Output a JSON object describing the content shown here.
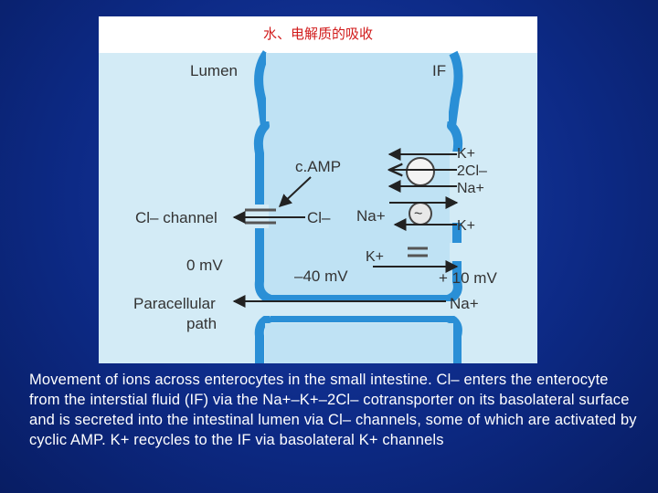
{
  "figure": {
    "title": "水、电解质的吸收",
    "labels": {
      "lumen": "Lumen",
      "if": "IF",
      "camp": "c.AMP",
      "cl_channel": "Cl– channel",
      "cl_ion": "Cl–",
      "na_mid": "Na+",
      "k_plus_1": "K+",
      "two_cl": "2Cl–",
      "na_top": "Na+",
      "k_plus_2": "K+",
      "k_plus_3": "K+",
      "zero_mv": "0 mV",
      "minus_40": "–40 mV",
      "plus_10": "+ 10 mV",
      "paracellular": "Paracellular",
      "path": "path",
      "na_para": "Na+"
    }
  },
  "caption": "Movement of ions across enterocytes in the small intestine. Cl– enters the enterocyte from the interstial fluid (IF) via the Na+–K+–2Cl– cotransporter on its basolateral surface and is secreted into the intestinal lumen via Cl– channels, some of which are activated by cyclic AMP. K+ recycles to the IF via basolateral K+ channels"
}
